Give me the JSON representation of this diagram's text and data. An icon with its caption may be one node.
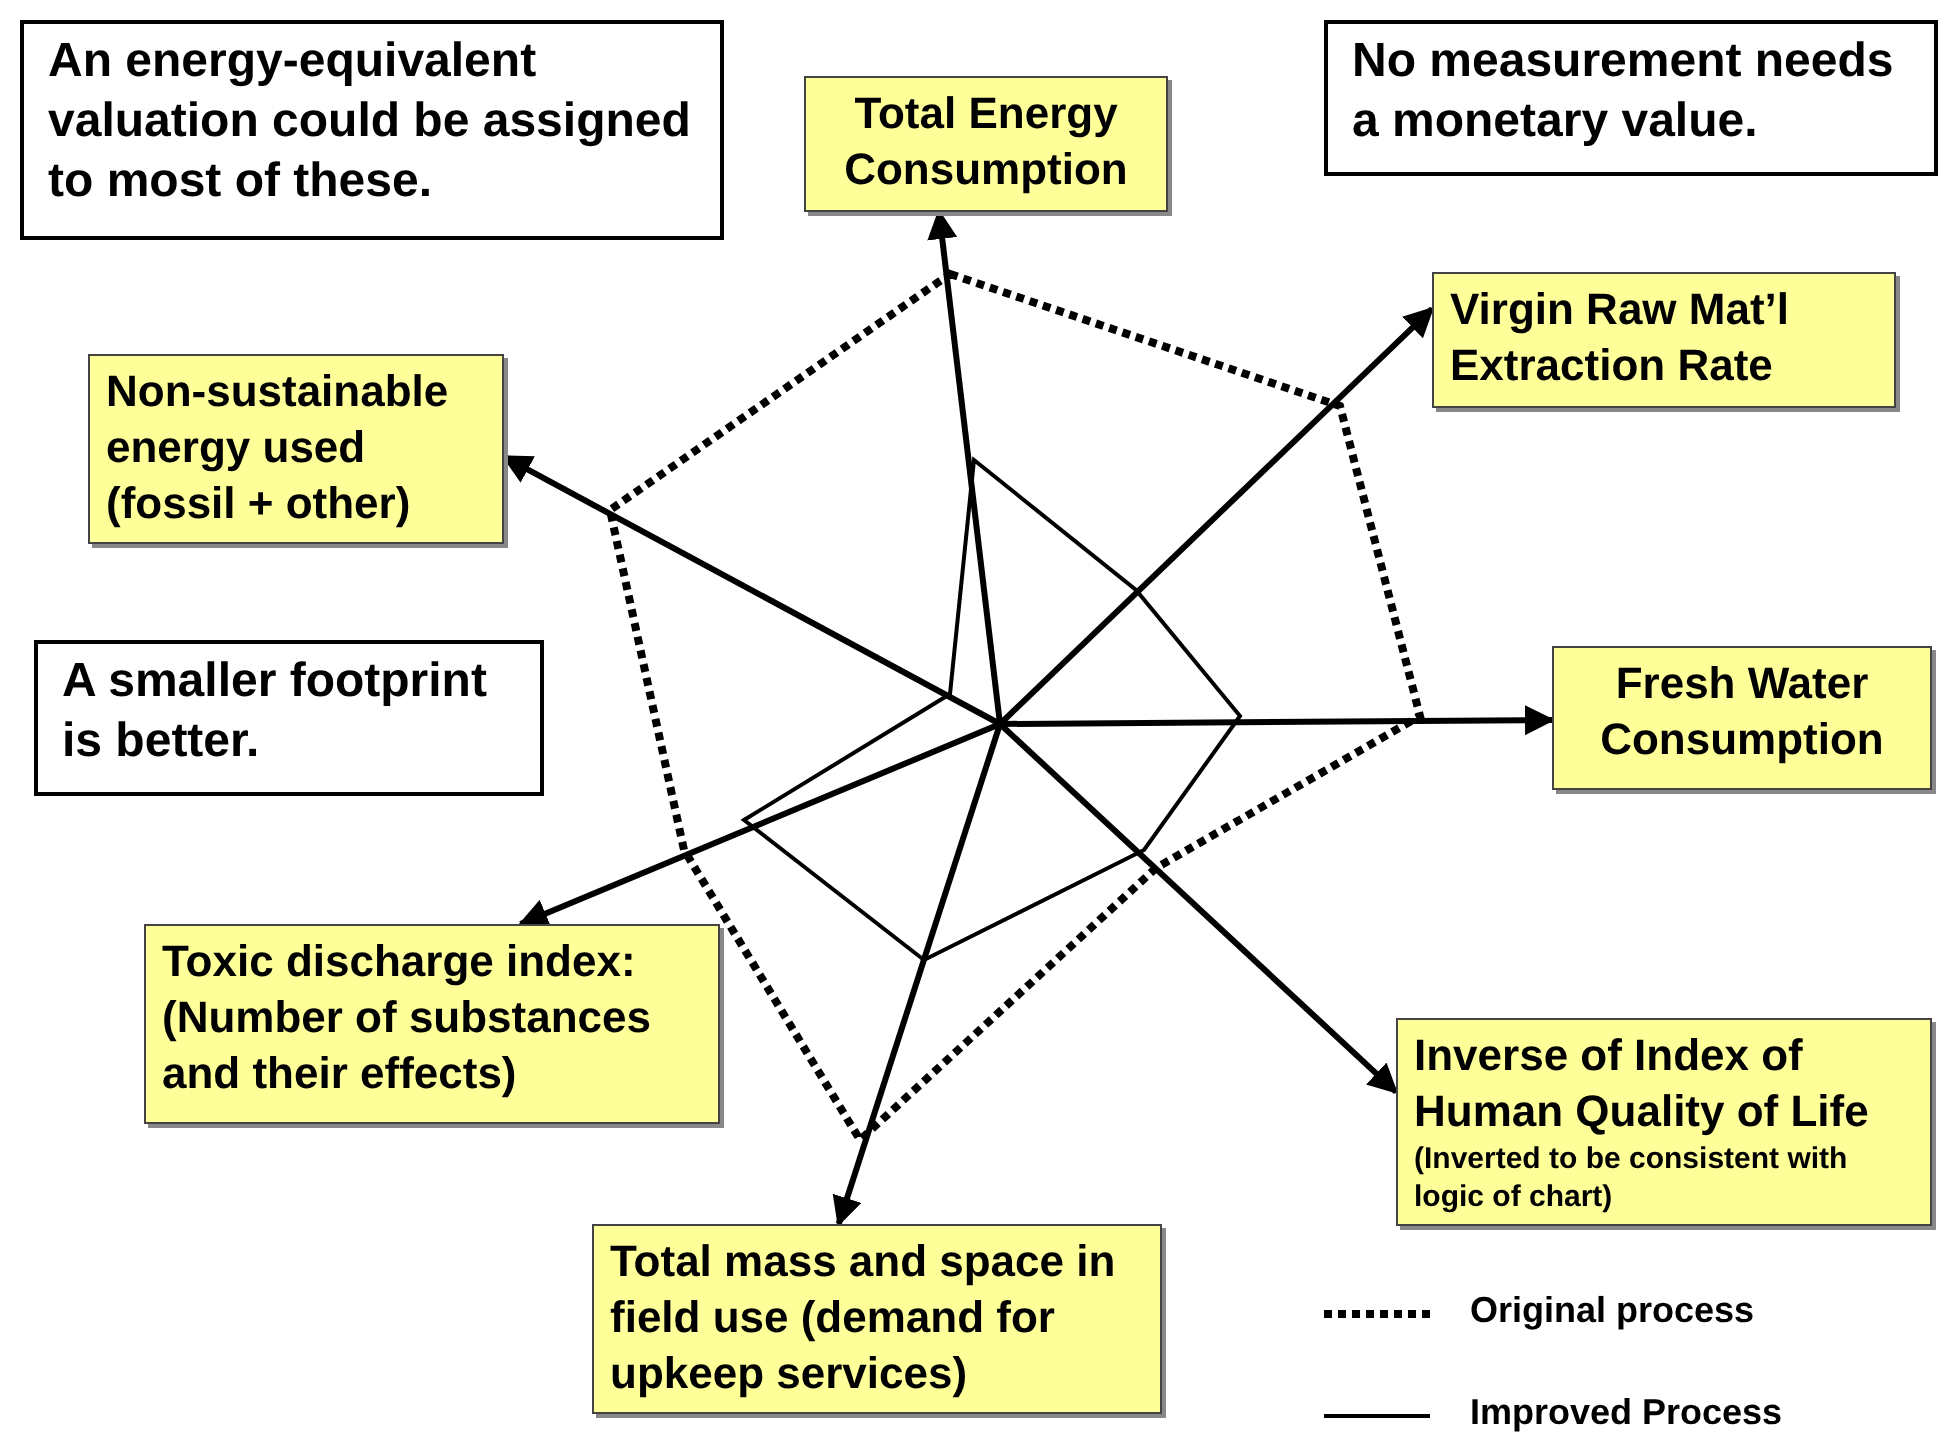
{
  "diagram": {
    "nodes": [
      {
        "text": [
          "An energy-equivalent valuation could be assigned to most of these."
        ]
      },
      {
        "text": [
          "Total Energy Consumption"
        ]
      },
      {
        "text": [
          "No measurement needs a monetary value."
        ]
      },
      {
        "text": [
          "Virgin Raw Mat’l Extraction Rate"
        ]
      },
      {
        "text": [
          "Non-sustainable energy used (fossil + other)"
        ]
      },
      {
        "text": [
          "A smaller footprint is better."
        ]
      },
      {
        "text": [
          "Fresh Water Consumption"
        ]
      },
      {
        "text": [
          "Toxic discharge index: (Number of substances and their effects)"
        ]
      },
      {
        "text": [
          "Inverse of Index of Human Quality of Life",
          "(Inverted to be consistent with logic of chart)"
        ]
      },
      {
        "text": [
          "Total mass and space in field use (demand for upkeep services)"
        ]
      }
    ],
    "edges": [
      {
        "from": null,
        "to": 1,
        "arrow": "to"
      },
      {
        "from": null,
        "to": 3,
        "arrow": "to"
      },
      {
        "from": null,
        "to": 6,
        "arrow": "to"
      },
      {
        "from": null,
        "to": 8,
        "arrow": "to"
      },
      {
        "from": null,
        "to": 9,
        "arrow": "to"
      },
      {
        "from": null,
        "to": 7,
        "arrow": "to"
      },
      {
        "from": null,
        "to": 4,
        "arrow": "to"
      }
    ],
    "legend": [
      {
        "text": "Original process"
      },
      {
        "text": "Improved Process"
      }
    ]
  }
}
